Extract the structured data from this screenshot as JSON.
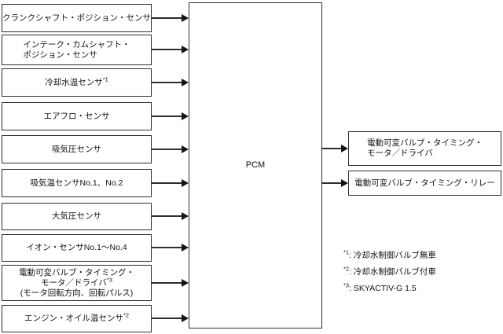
{
  "pcm": {
    "label": "PCM"
  },
  "inputs": [
    {
      "name": "crankshaft-position-sensor",
      "lines": [
        {
          "text": "クランクシャフト・ポジション・センサ"
        }
      ]
    },
    {
      "name": "intake-camshaft-position-sensor",
      "lines": [
        {
          "text": "インテーク・カムシャフト・"
        },
        {
          "text": "ポジション・センサ"
        }
      ]
    },
    {
      "name": "coolant-temp-sensor",
      "lines": [
        {
          "text": "冷却水温センサ",
          "sup": "*1"
        }
      ]
    },
    {
      "name": "airflow-sensor",
      "lines": [
        {
          "text": "エアフロ・センサ"
        }
      ]
    },
    {
      "name": "intake-pressure-sensor",
      "lines": [
        {
          "text": "吸気圧センサ"
        }
      ]
    },
    {
      "name": "intake-air-temp-sensor",
      "lines": [
        {
          "text": "吸気温センサNo.1、No.2"
        }
      ]
    },
    {
      "name": "barometric-pressure-sensor",
      "lines": [
        {
          "text": "大気圧センサ"
        }
      ]
    },
    {
      "name": "ion-sensor",
      "lines": [
        {
          "text": "イオン・センサNo.1〜No.4"
        }
      ]
    },
    {
      "name": "electric-vvt-motor-driver",
      "lines": [
        {
          "text": "電動可変バルブ・タイミング・"
        },
        {
          "text": "モータ／ドライバ",
          "sup": "*3"
        },
        {
          "text": "(モータ回転方向、回転パルス)"
        }
      ]
    },
    {
      "name": "engine-oil-temp-sensor",
      "lines": [
        {
          "text": "エンジン・オイル温センサ",
          "sup": "*2"
        }
      ]
    }
  ],
  "outputs": [
    {
      "name": "electric-vvt-motor-driver",
      "lines": [
        {
          "text": "電動可変バルブ・タイミング・"
        },
        {
          "text": "モータ／ドライバ"
        }
      ]
    },
    {
      "name": "electric-vvt-relay",
      "lines": [
        {
          "text": "電動可変バルブ・タイミング・リレー"
        }
      ]
    }
  ],
  "footnotes": [
    {
      "sup": "*1",
      "text": ": 冷却水制御バルブ無車"
    },
    {
      "sup": "*2",
      "text": ": 冷却水制御バルブ付車"
    },
    {
      "sup": "*3",
      "text": ": SKYACTIV-G 1.5"
    }
  ],
  "colors": {
    "background": "#ffffff",
    "border": "#2e2e2e",
    "text": "#111111",
    "arrow": "#141414"
  }
}
